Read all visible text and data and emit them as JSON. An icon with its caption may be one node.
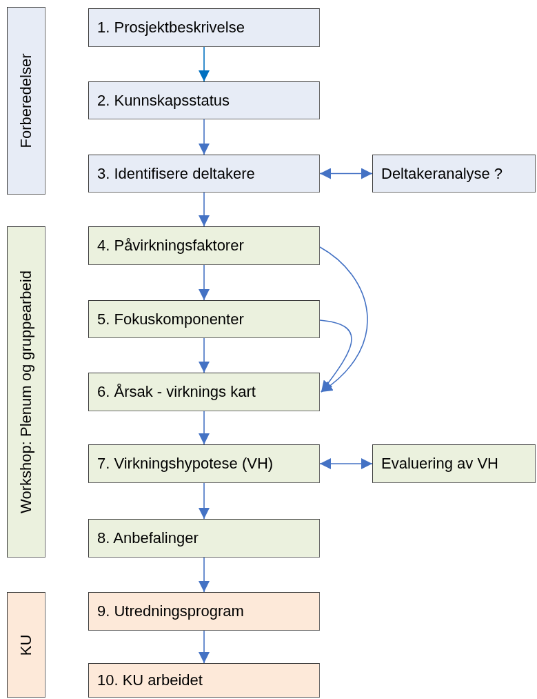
{
  "diagram": {
    "nodes": [
      {
        "text": [
          "Forberedelser"
        ]
      },
      {
        "text": [
          "1. Prosjektbeskrivelse"
        ]
      },
      {
        "text": [
          "2. Kunnskapsstatus"
        ]
      },
      {
        "text": [
          "3. Identifisere deltakere"
        ]
      },
      {
        "text": [
          "Deltakeranalyse ?"
        ]
      },
      {
        "text": [
          "Workshop: Plenum og gruppearbeid"
        ]
      },
      {
        "text": [
          "4. Påvirkningsfaktorer"
        ]
      },
      {
        "text": [
          "5. Fokuskomponenter"
        ]
      },
      {
        "text": [
          "6. Årsak - virknings kart"
        ]
      },
      {
        "text": [
          "7. Virkningshypotese (VH)"
        ]
      },
      {
        "text": [
          "Evaluering av VH"
        ]
      },
      {
        "text": [
          "8. Anbefalinger"
        ]
      },
      {
        "text": [
          "KU"
        ]
      },
      {
        "text": [
          "9. Utredningsprogram"
        ]
      },
      {
        "text": [
          "10. KU arbeidet"
        ]
      }
    ],
    "edges": [
      {
        "from": 1,
        "to": 2,
        "arrow": "to",
        "color": "#0070c0"
      },
      {
        "from": 2,
        "to": 3,
        "arrow": "to"
      },
      {
        "from": 3,
        "to": 4,
        "arrow": "both"
      },
      {
        "from": 3,
        "to": 6,
        "arrow": "to"
      },
      {
        "from": 6,
        "to": 7,
        "arrow": "to"
      },
      {
        "from": 7,
        "to": 8,
        "arrow": "to"
      },
      {
        "from": 6,
        "to": 8,
        "arrow": "to"
      },
      {
        "from": 7,
        "to": 8,
        "arrow": "to"
      },
      {
        "from": 8,
        "to": 9,
        "arrow": "to"
      },
      {
        "from": 9,
        "to": 10,
        "arrow": "both"
      },
      {
        "from": 9,
        "to": 11,
        "arrow": "to"
      },
      {
        "from": 11,
        "to": 13,
        "arrow": "to"
      },
      {
        "from": 13,
        "to": 14,
        "arrow": "to"
      }
    ]
  }
}
